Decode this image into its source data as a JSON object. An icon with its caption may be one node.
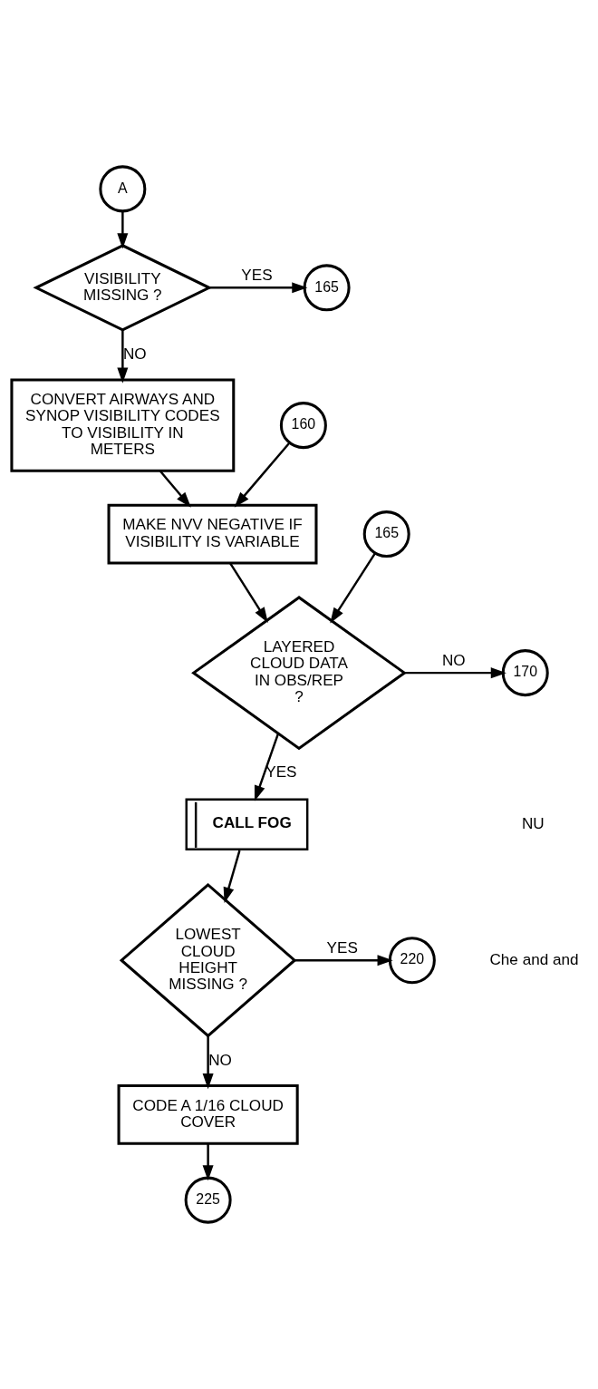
{
  "diagram": {
    "nodes": [
      {
        "text": [
          "A"
        ]
      },
      {
        "text": [
          "VISIBILITY MISSING ?"
        ]
      },
      {
        "text": [
          "165"
        ]
      },
      {
        "text": [
          "CONVERT AIRWAYS AND SYNOP VISIBILITY CODES TO VISIBILITY IN METERS"
        ]
      },
      {
        "text": [
          "160"
        ]
      },
      {
        "text": [
          "MAKE NVV NEGATIVE IF VISIBILITY IS VARIABLE"
        ]
      },
      {
        "text": [
          "165"
        ]
      },
      {
        "text": [
          "LAYERED CLOUD DATA IN OBS/REP ?"
        ]
      },
      {
        "text": [
          "170"
        ]
      },
      {
        "text": [
          "CALL FOG"
        ]
      },
      {
        "text": [
          "LOWEST CLOUD HEIGHT MISSING ?"
        ]
      },
      {
        "text": [
          "220"
        ]
      },
      {
        "text": [
          "CODE A 1/16 CLOUD COVER"
        ]
      },
      {
        "text": [
          "225"
        ]
      }
    ],
    "edges": [
      {
        "from": 0,
        "to": 1,
        "arrow": "to"
      },
      {
        "from": 1,
        "to": 2,
        "arrow": "to",
        "label": "YES"
      },
      {
        "from": 1,
        "to": 3,
        "arrow": "to",
        "label": "NO"
      },
      {
        "from": 3,
        "to": 5,
        "arrow": "to"
      },
      {
        "from": 4,
        "to": 5,
        "arrow": "to"
      },
      {
        "from": 5,
        "to": 7,
        "arrow": "to"
      },
      {
        "from": 6,
        "to": 7,
        "arrow": "to"
      },
      {
        "from": 7,
        "to": 8,
        "arrow": "to",
        "label": "NO"
      },
      {
        "from": 7,
        "to": 9,
        "arrow": "to",
        "label": "YES"
      },
      {
        "from": 9,
        "to": 10,
        "arrow": "to"
      },
      {
        "from": 10,
        "to": 11,
        "arrow": "to",
        "label": "YES"
      },
      {
        "from": 10,
        "to": 12,
        "arrow": "to",
        "label": "NO"
      },
      {
        "from": 12,
        "to": 13,
        "arrow": "to"
      }
    ],
    "labels": [
      "NU",
      "Che and and"
    ]
  }
}
